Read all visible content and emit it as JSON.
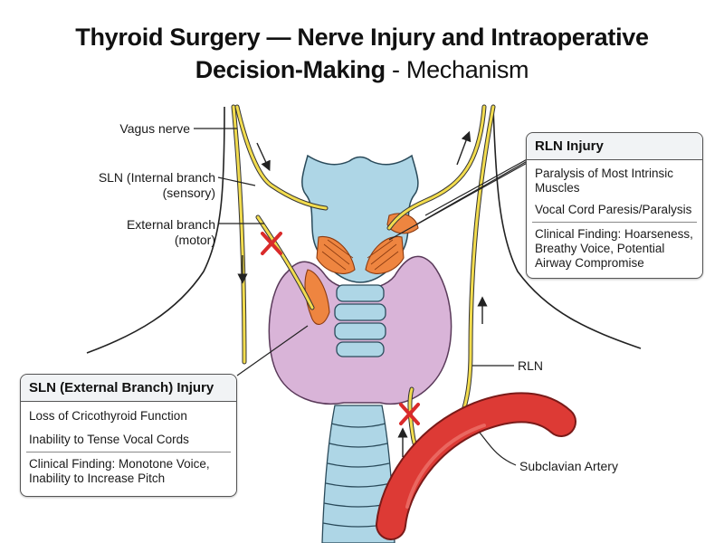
{
  "title": {
    "line1": "Thyroid Surgery — Nerve Injury and Intraoperative",
    "line2_bold": "Decision-Making",
    "line2_rest": "- Mechanism"
  },
  "labels": {
    "vagus": "Vagus nerve",
    "sln_internal_1": "SLN (Internal branch",
    "sln_internal_2": "(sensory)",
    "external_1": "External branch",
    "external_2": "(motor)",
    "rln": "RLN",
    "subclavian": "Subclavian Artery"
  },
  "rln_box": {
    "header": "RLN Injury",
    "items": [
      "Paralysis of Most Intrinsic Muscles",
      "Vocal Cord Paresis/Paralysis",
      "Clinical Finding: Hoarseness, Breathy Voice, Potential Airway Compromise"
    ]
  },
  "sln_box": {
    "header": "SLN (External Branch) Injury",
    "items": [
      "Loss of Cricothyroid Function",
      "Inability to Tense Vocal Cords",
      "Clinical Finding: Monotone Voice, Inability to Increase Pitch"
    ]
  },
  "colors": {
    "thyroid": "#d9b4d8",
    "cartilage": "#aed6e6",
    "nerve": "#f2dc4e",
    "muscle": "#ee8540",
    "artery": "#dd3a35",
    "injury_mark": "#d92b2b"
  }
}
